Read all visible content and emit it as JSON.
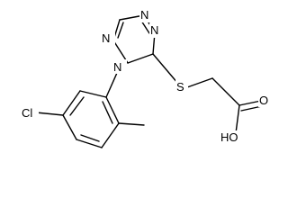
{
  "molecule": {
    "atoms": {
      "n1": "N",
      "n2": "N",
      "n3": "N",
      "n4": "N",
      "sulfur": "S",
      "chlorine": "Cl",
      "hydroxyl": "HO",
      "carbonyl_oxygen": "O"
    }
  }
}
